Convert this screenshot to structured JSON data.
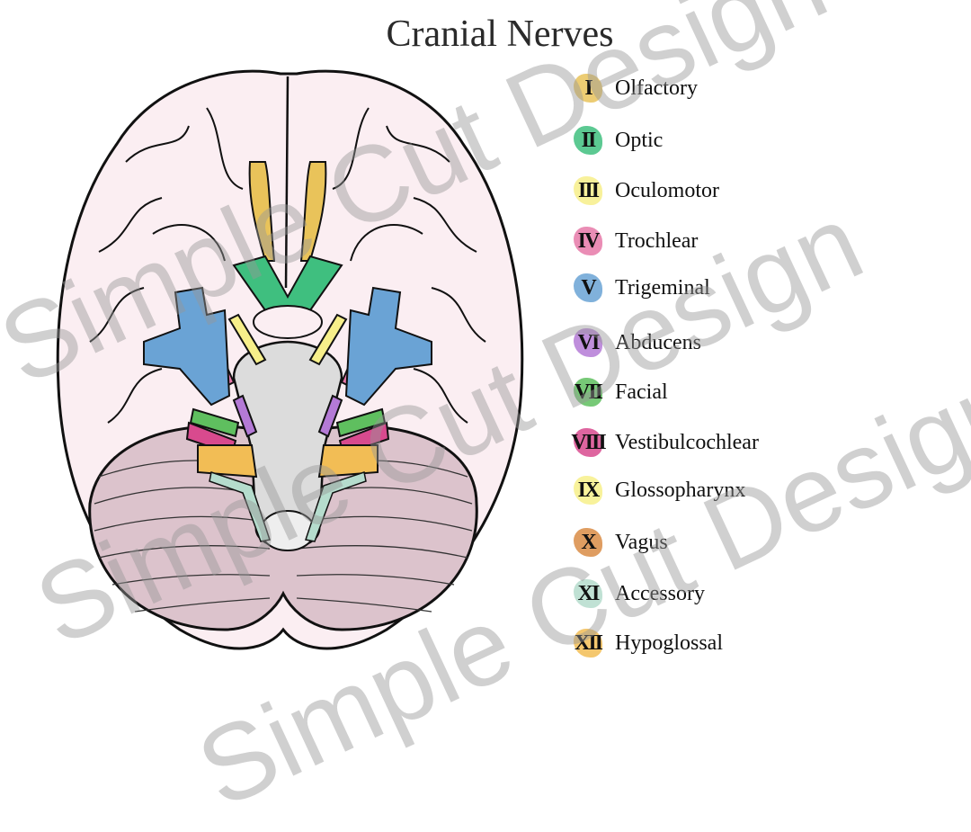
{
  "title": "Cranial Nerves",
  "watermark": "Simple Cut Design",
  "nerves": [
    {
      "num": "I",
      "name": "Olfactory",
      "color": "#e9c35a"
    },
    {
      "num": "II",
      "name": "Optic",
      "color": "#3fbf7f"
    },
    {
      "num": "III",
      "name": "Oculomotor",
      "color": "#f7ef8a"
    },
    {
      "num": "IV",
      "name": "Trochlear",
      "color": "#e679a8"
    },
    {
      "num": "V",
      "name": "Trigeminal",
      "color": "#6aa3d5"
    },
    {
      "num": "VI",
      "name": "Abducens",
      "color": "#b47ad6"
    },
    {
      "num": "VII",
      "name": "Facial",
      "color": "#5fbf5f"
    },
    {
      "num": "VIII",
      "name": "Vestibulcochlear",
      "color": "#d84a8e"
    },
    {
      "num": "IX",
      "name": "Glossopharynx",
      "color": "#f7f08a"
    },
    {
      "num": "X",
      "name": "Vagus",
      "color": "#d98c45"
    },
    {
      "num": "XI",
      "name": "Accessory",
      "color": "#b5dccd"
    },
    {
      "num": "XII",
      "name": "Hypoglossal",
      "color": "#f2bd55"
    }
  ],
  "colors": {
    "cerebrum": "#fbeef2",
    "cerebellum": "#dcc3cc",
    "brainstem": "#dcdcdc"
  }
}
